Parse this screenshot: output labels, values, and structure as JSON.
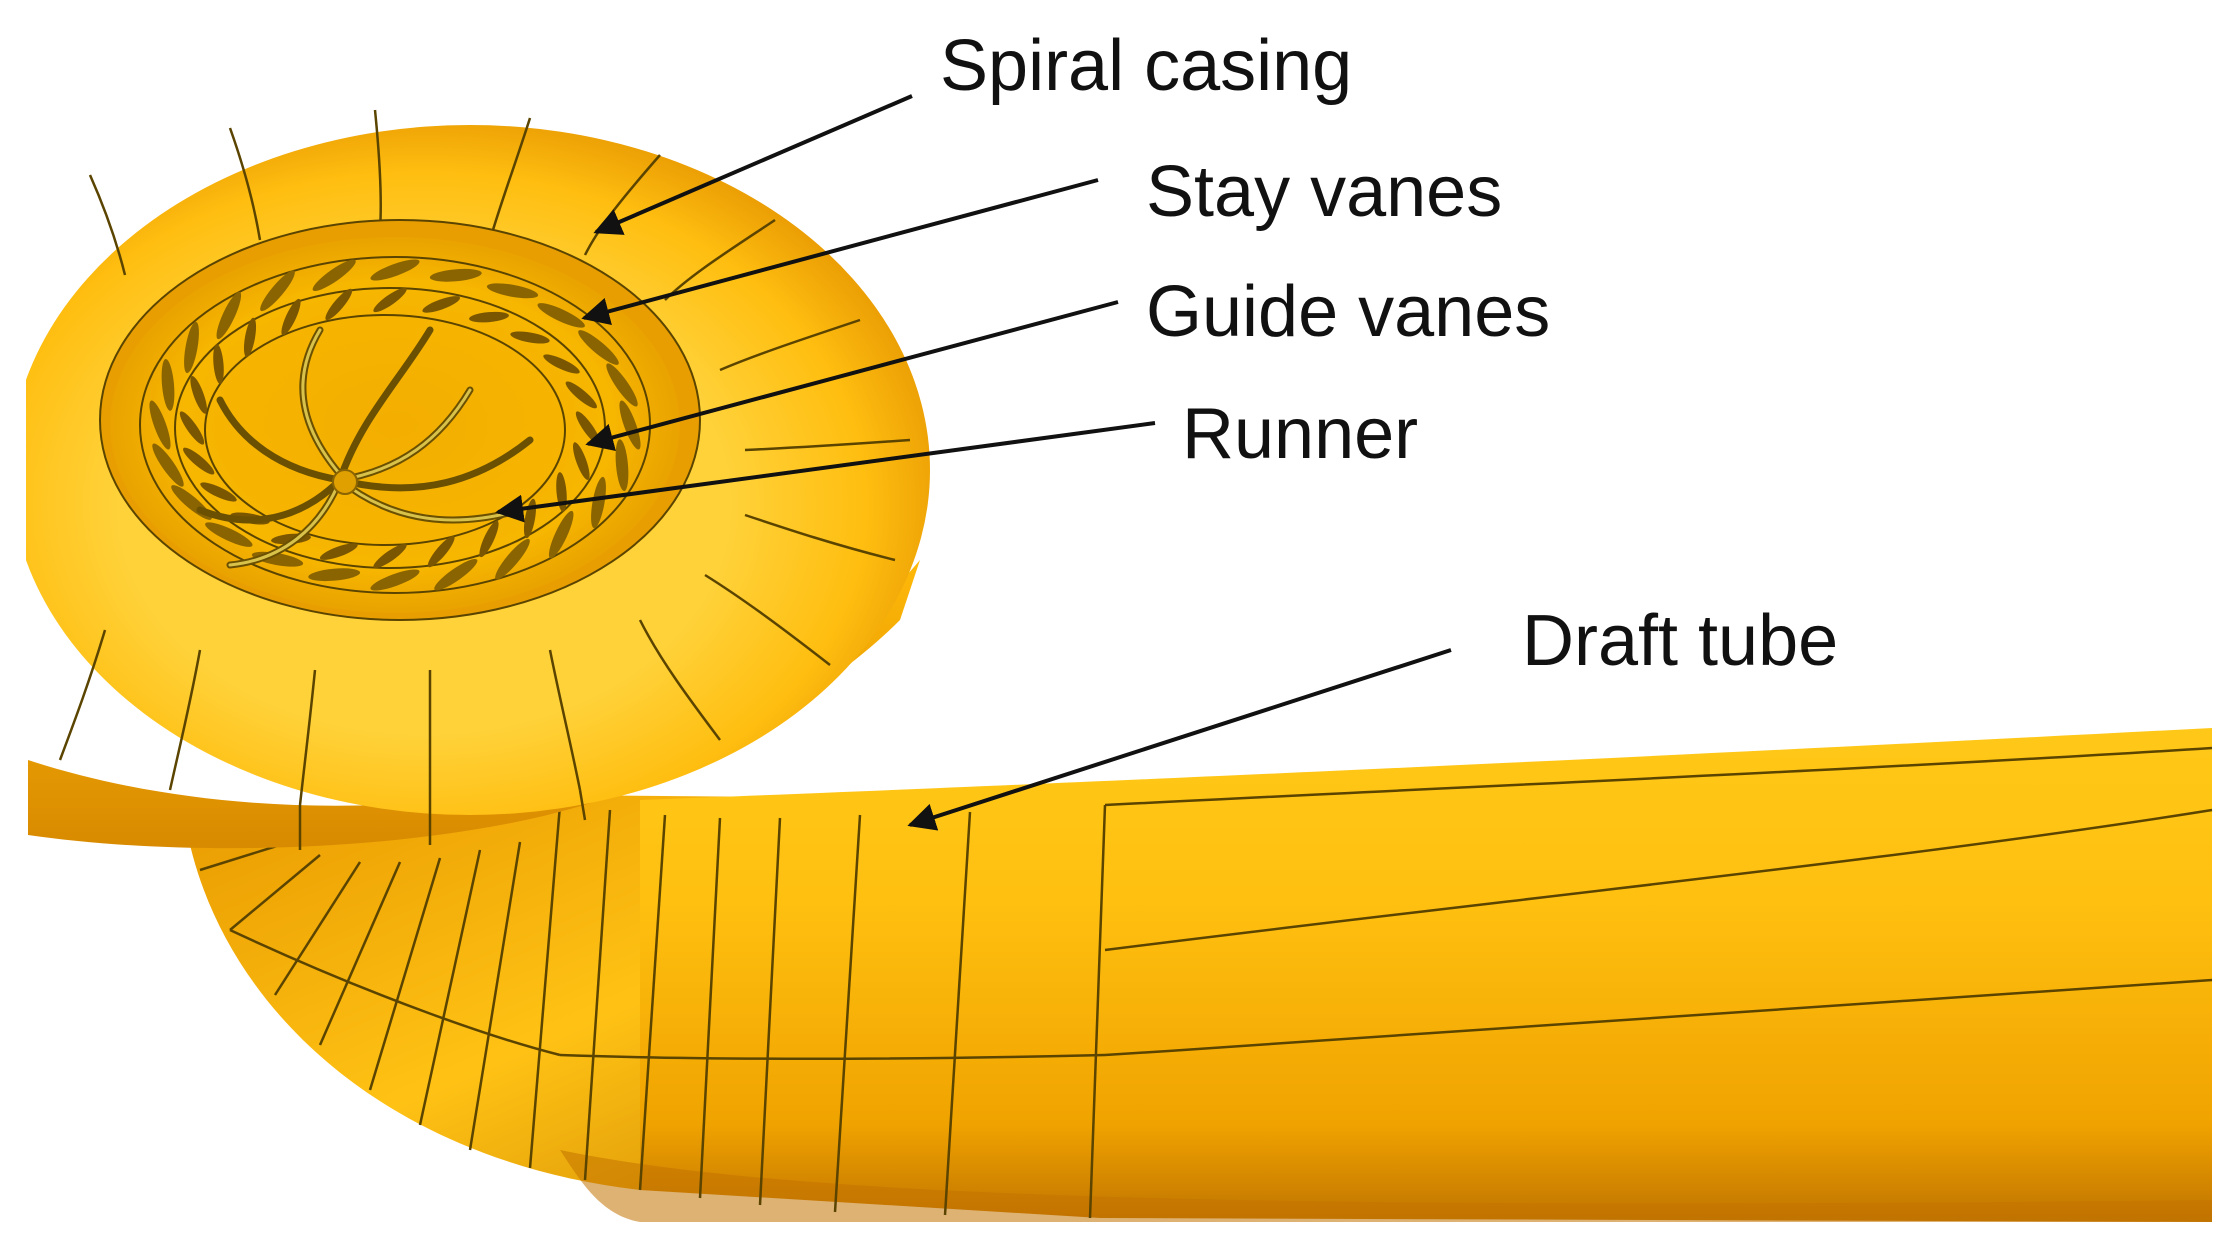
{
  "figure": {
    "colors": {
      "body": "#FFC010",
      "highlight": "#FFD84A",
      "shadow": "#D98A00",
      "deep_shadow": "#B86E00",
      "grid_line": "#5A4400",
      "vane": "#8A6400",
      "arrow": "#111111"
    }
  },
  "labels": {
    "spiral_casing": "Spiral casing",
    "stay_vanes": "Stay vanes",
    "guide_vanes": "Guide vanes",
    "runner": "Runner",
    "draft_tube": "Draft tube"
  }
}
